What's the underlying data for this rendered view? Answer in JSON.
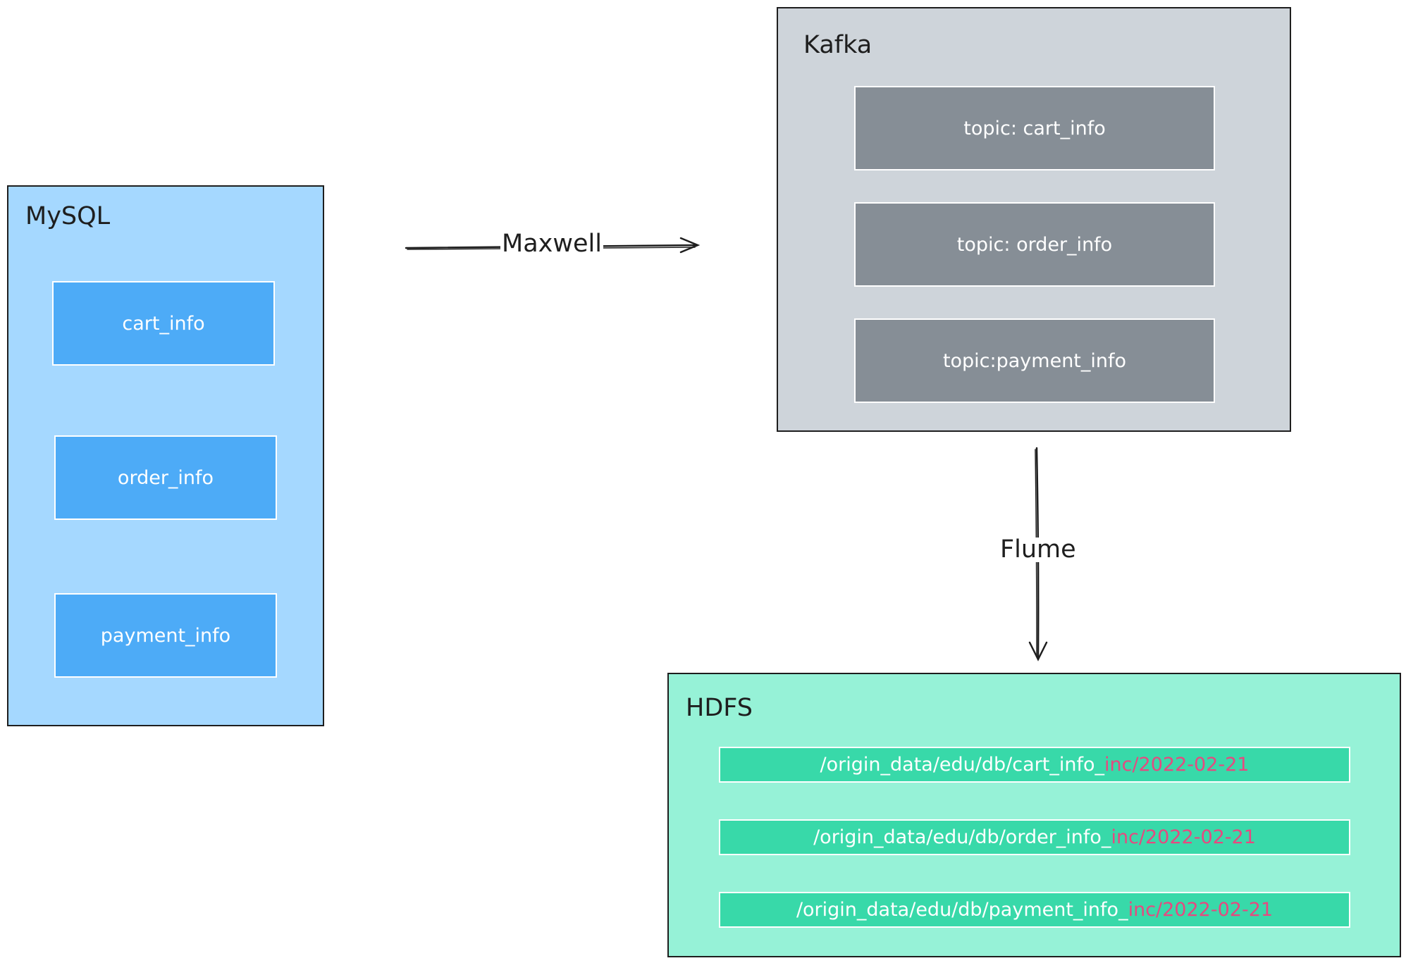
{
  "mysql": {
    "title": "MySQL",
    "tables": [
      "cart_info",
      "order_info",
      "payment_info"
    ]
  },
  "kafka": {
    "title": "Kafka",
    "topics": [
      "topic: cart_info",
      "topic: order_info",
      "topic:payment_info"
    ]
  },
  "hdfs": {
    "title": "HDFS",
    "paths": [
      {
        "prefix": "/origin_data/edu/db/cart_info_",
        "suffix": "inc/2022-02-21"
      },
      {
        "prefix": "/origin_data/edu/db/order_info_",
        "suffix": "inc/2022-02-21"
      },
      {
        "prefix": "/origin_data/edu/db/payment_info_",
        "suffix": "inc/2022-02-21"
      }
    ]
  },
  "edges": {
    "maxwell": "Maxwell",
    "flume": "Flume"
  },
  "colors": {
    "mysql_bg": "#a5d8ff",
    "mysql_table": "#4dabf7",
    "kafka_bg": "#ced4da",
    "kafka_topic": "#868e96",
    "hdfs_bg": "#96f2d7",
    "hdfs_path": "#38d9a9",
    "path_suffix": "#e64980",
    "stroke": "#1e1e1e"
  }
}
